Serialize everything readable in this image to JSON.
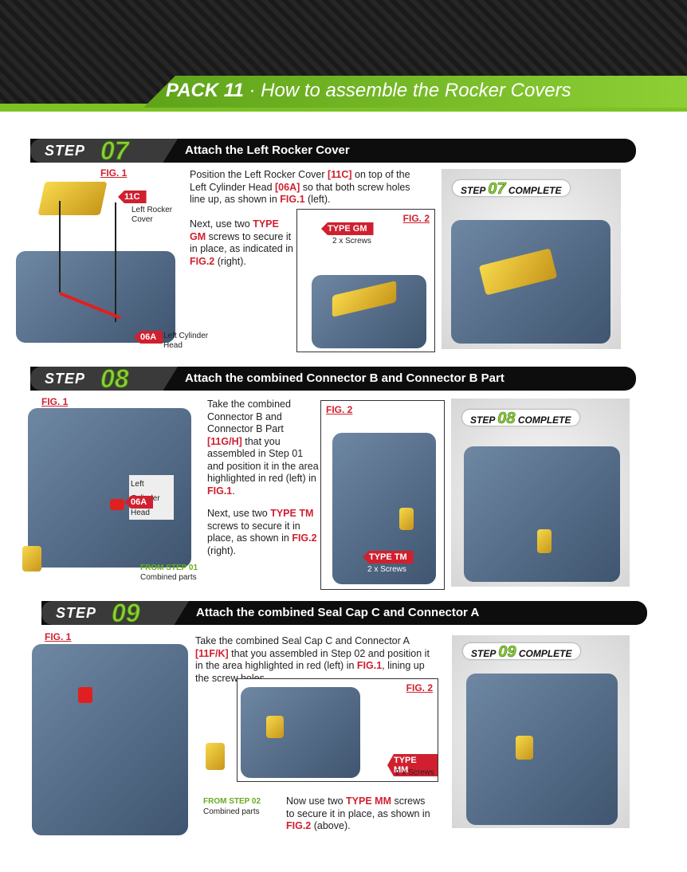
{
  "header": {
    "pack": "PACK 11",
    "title": "· How to assemble the Rocker Covers"
  },
  "steps": [
    {
      "word": "STEP",
      "num": "07",
      "title": "Attach the Left Rocker Cover",
      "fig1": "FIG. 1",
      "fig2": "FIG. 2",
      "part_label": "11C",
      "part_name": "Left Rocker Cover",
      "base_label": "06A",
      "base_name": "Left Cylinder Head",
      "para1": [
        "Position the Left Rocker Cover ",
        "[11C]",
        " on top of the Left Cylinder Head ",
        "[06A]",
        " so that both screw holes line up, as shown in ",
        "FIG.1",
        " (left)."
      ],
      "para2": [
        "Next, use two ",
        "TYPE GM",
        " screws to secure it in place, as indicated in ",
        "FIG.2",
        " (right)."
      ],
      "screw_type": "TYPE GM",
      "screw_count": "2 x Screws",
      "complete": {
        "word": "STEP",
        "num": "07",
        "text": "COMPLETE"
      }
    },
    {
      "word": "STEP",
      "num": "08",
      "title": "Attach the combined Connector B and Connector B Part",
      "fig1": "FIG. 1",
      "fig2": "FIG. 2",
      "base_label": "06A",
      "base_name": "Left Cylinder Head",
      "from_step": "FROM STEP 01",
      "from_text": "Combined parts",
      "para1": [
        "Take the combined Connector B and Connector B Part ",
        "[11G/H]",
        " that you assembled in Step 01 and position it in the area highlighted in red (left) in ",
        "FIG.1",
        "."
      ],
      "para2": [
        "Next, use two ",
        "TYPE TM",
        " screws to secure it in place, as shown in ",
        "FIG.2",
        " (right)."
      ],
      "screw_type": "TYPE TM",
      "screw_count": "2 x Screws",
      "complete": {
        "word": "STEP",
        "num": "08",
        "text": "COMPLETE"
      }
    },
    {
      "word": "STEP",
      "num": "09",
      "title": "Attach the combined Seal Cap C and Connector A",
      "fig1": "FIG. 1",
      "fig2": "FIG. 2",
      "from_step": "FROM STEP 02",
      "from_text": "Combined parts",
      "para1": [
        "Take the combined Seal Cap C and Connector A ",
        "[11F/K]",
        " that you assembled in Step 02 and position it in the area highlighted in red (left) in ",
        "FIG.1",
        ", lining up the screw holes."
      ],
      "para2": [
        "Now use two ",
        "TYPE MM",
        " screws to secure it in place, as shown in ",
        "FIG.2",
        " (above)."
      ],
      "screw_type": "TYPE MM",
      "screw_count": "2 x Screws",
      "complete": {
        "word": "STEP",
        "num": "09",
        "text": "COMPLETE"
      }
    }
  ]
}
